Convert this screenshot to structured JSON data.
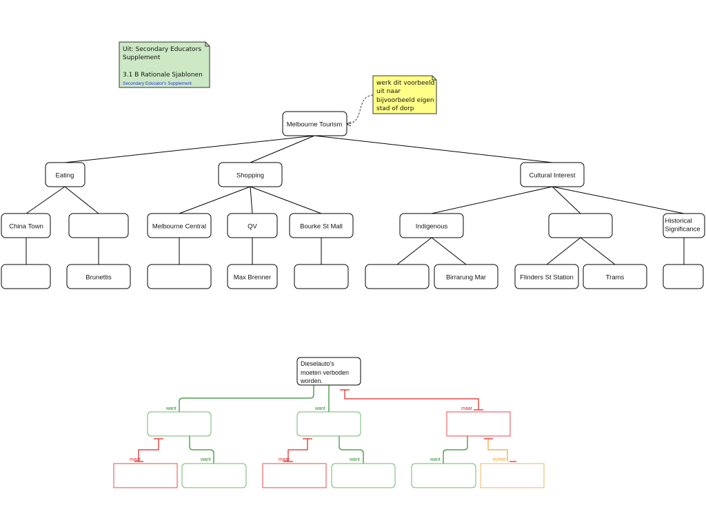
{
  "notes": {
    "source": {
      "line1": "Uit: Secondary Educators",
      "line2": "Supplement",
      "line3": "3.1 B Rationale Sjablonen",
      "link": "Secondary Educator's Supplement",
      "color": "#cce8c4"
    },
    "tip": {
      "lines": [
        "werk dit voorbeeld",
        "uit naar",
        "bijvoorbeeld eigen",
        "stad of dorp"
      ],
      "color": "#ffff88"
    }
  },
  "tree": {
    "root": "Melbourne Tourism",
    "level1": [
      "Eating",
      "Shopping",
      "Cultural Interest"
    ],
    "level2": [
      "China Town",
      "",
      "Melbourne Central",
      "QV",
      "Bourke St Mall",
      "Indigenous",
      "",
      "Historical",
      "Significance"
    ],
    "level3": [
      "",
      "Brunettis",
      "",
      "Max Brenner",
      "",
      "",
      "Birrarung Mar",
      "Flinders St Station",
      "Trams",
      ""
    ]
  },
  "argument": {
    "claim": [
      "Dieselauto's",
      "moeten verboden",
      "worden."
    ],
    "labels": {
      "want": "want",
      "maar": "maar",
      "echter": "echter"
    },
    "colors": {
      "want": "#2e8b2e",
      "maar": "#e02020",
      "echter": "#f0a030"
    }
  }
}
